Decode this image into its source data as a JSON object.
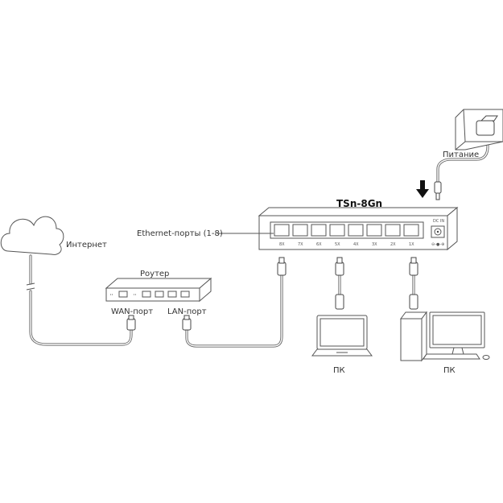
{
  "device_model": "TSn-8Gn",
  "labels": {
    "ethernet_ports": "Ethernet-порты (1-8)",
    "internet": "Интернет",
    "router": "Роутер",
    "wan_port": "WAN-порт",
    "lan_port": "LAN-порт",
    "power": "Питание",
    "pc_laptop": "ПК",
    "pc_desktop": "ПК",
    "dc_in": "DC IN"
  },
  "switch_port_labels": [
    "8X",
    "7X",
    "6X",
    "5X",
    "4X",
    "3X",
    "2X",
    "1X"
  ],
  "colors": {
    "line": "#555555",
    "cable": "#666666",
    "text": "#333333",
    "power_arrow": "#111111"
  },
  "icons": [
    "cloud-icon",
    "router-icon",
    "switch-icon",
    "laptop-icon",
    "desktop-pc-icon",
    "wall-socket-icon",
    "power-adapter-icon",
    "down-arrow-icon"
  ]
}
